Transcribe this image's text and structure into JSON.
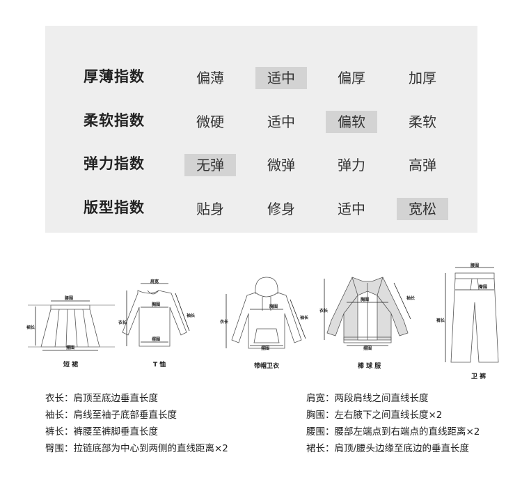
{
  "index_table": {
    "rows": [
      {
        "label": "厚薄指数",
        "options": [
          "偏薄",
          "适中",
          "偏厚",
          "加厚"
        ],
        "selected": 1
      },
      {
        "label": "柔软指数",
        "options": [
          "微硬",
          "适中",
          "偏软",
          "柔软"
        ],
        "selected": 2
      },
      {
        "label": "弹力指数",
        "options": [
          "无弹",
          "微弹",
          "弹力",
          "高弹"
        ],
        "selected": 0
      },
      {
        "label": "版型指数",
        "options": [
          "贴身",
          "修身",
          "适中",
          "宽松"
        ],
        "selected": 3
      }
    ]
  },
  "garments": {
    "skirt": {
      "name": "短 裙",
      "labels": {
        "waist": "腰围",
        "length": "裙长",
        "hem": "摆围"
      }
    },
    "tshirt": {
      "name": "T 恤",
      "labels": {
        "shoulder": "肩宽",
        "chest": "胸围",
        "length": "衣长",
        "sleeve": "袖长",
        "hem": "摆围"
      }
    },
    "hoodie": {
      "name": "带帽卫衣",
      "labels": {
        "chest": "胸围",
        "length": "衣长",
        "sleeve": "袖长",
        "hem": "摆围"
      }
    },
    "baseball": {
      "name": "棒 球 服",
      "labels": {
        "chest": "胸围",
        "length": "衣长",
        "sleeve": "袖长",
        "hem": "摆围"
      }
    },
    "pants": {
      "name": "卫 裤",
      "labels": {
        "waist": "腰围",
        "hip": "臀围",
        "length": "裤长"
      }
    }
  },
  "definitions": {
    "left": [
      "衣长：肩顶至底边垂直长度",
      "袖长：肩线至袖子底部垂直长度",
      "裤长：裤腰至裤脚垂直长度",
      "臀围：拉链底部为中心到两侧的直线距离×2"
    ],
    "right": [
      "肩宽：两段肩线之间直线长度",
      "胸围：左右腋下之间直线长度×2",
      "腰围：腰部左端点到右端点的直线距离×2",
      "裙长：肩顶/腰头边缘至底边的垂直长度"
    ]
  }
}
